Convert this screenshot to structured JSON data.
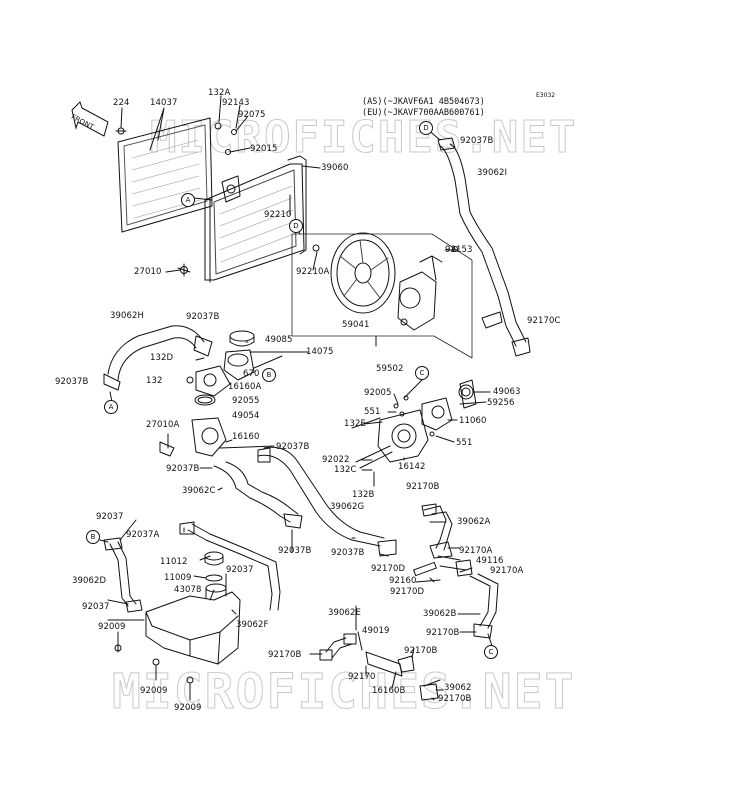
{
  "header": {
    "line1": "(AS)(~JKAVF6A1 4B504673)",
    "line2": "(EU)(~JKAVF700AAB600761)",
    "code": "E3032"
  },
  "front_arrow": {
    "label": "FRONT"
  },
  "watermark": {
    "text": "MICROFICHES.NET"
  },
  "markers": {
    "a": "A",
    "b": "B",
    "c": "C",
    "d": "D"
  },
  "parts": {
    "p224": "224",
    "p14037": "14037",
    "p132A": "132A",
    "p92143": "92143",
    "p92075": "92075",
    "p92015": "92015",
    "p39060": "39060",
    "p92210": "92210",
    "p27010": "27010",
    "p92210A": "92210A",
    "p92153": "92153",
    "p39062I": "39062I",
    "p92037B_top": "92037B",
    "p92170C": "92170C",
    "p59041": "59041",
    "p59502": "59502",
    "p39062H": "39062H",
    "p92037B_a": "92037B",
    "p49085": "49085",
    "p14075": "14075",
    "p132D": "132D",
    "p670": "670",
    "p92037B_left": "92037B",
    "p132": "132",
    "p16160A": "16160A",
    "p92055": "92055",
    "p49054": "49054",
    "p27010A": "27010A",
    "p16160": "16160",
    "p92037B_b": "92037B",
    "p92037B_c": "92037B",
    "p39062C": "39062C",
    "p92037B_d": "92037B",
    "p92005": "92005",
    "p49063": "49063",
    "p59256": "59256",
    "p551_a": "551",
    "p11060": "11060",
    "p132E": "132E",
    "p551_b": "551",
    "p92022": "92022",
    "p132C": "132C",
    "p16142": "16142",
    "p132B": "132B",
    "p39062G": "39062G",
    "p92037B_e": "92037B",
    "p92170B_a": "92170B",
    "p39062A": "39062A",
    "p92170A_a": "92170A",
    "p49116": "49116",
    "p92170D_a": "92170D",
    "p92170A_b": "92170A",
    "p92160": "92160",
    "p92170D_b": "92170D",
    "p92037_a": "92037",
    "p92037A": "92037A",
    "p39062D": "39062D",
    "p11012": "11012",
    "p11009": "11009",
    "p92037_b": "92037",
    "p43078": "43078",
    "p92037_c": "92037",
    "p39062F": "39062F",
    "p92009_a": "92009",
    "p92009_b": "92009",
    "p92009_c": "92009",
    "p39062E": "39062E",
    "p49019": "49019",
    "p92170B_b": "92170B",
    "p92170": "92170",
    "p92170B_c": "92170B",
    "p16160B": "16160B",
    "p39062": "39062",
    "p92170B_d": "92170B",
    "p39062B": "39062B",
    "p92170B_e": "92170B"
  }
}
